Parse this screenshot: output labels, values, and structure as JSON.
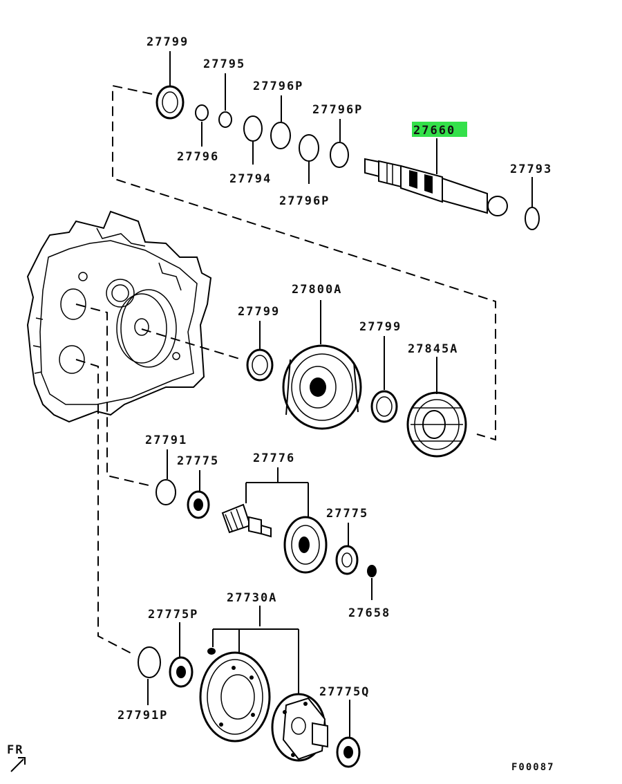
{
  "highlight_color": "#34e04a",
  "labels": {
    "l27799_top": "27799",
    "l27795": "27795",
    "l27796P_a": "27796P",
    "l27796P_b": "27796P",
    "l27660": "27660",
    "l27796": "27796",
    "l27794": "27794",
    "l27796P_c": "27796P",
    "l27793": "27793",
    "l27800A": "27800A",
    "l27799_mid1": "27799",
    "l27799_mid2": "27799",
    "l27845A": "27845A",
    "l27791": "27791",
    "l27775_a": "27775",
    "l27776": "27776",
    "l27775_b": "27775",
    "l27658": "27658",
    "l27730A": "27730A",
    "l27775P": "27775P",
    "l27775Q": "27775Q",
    "l27791P": "27791P",
    "fr": "FR",
    "ref": "F00087"
  }
}
